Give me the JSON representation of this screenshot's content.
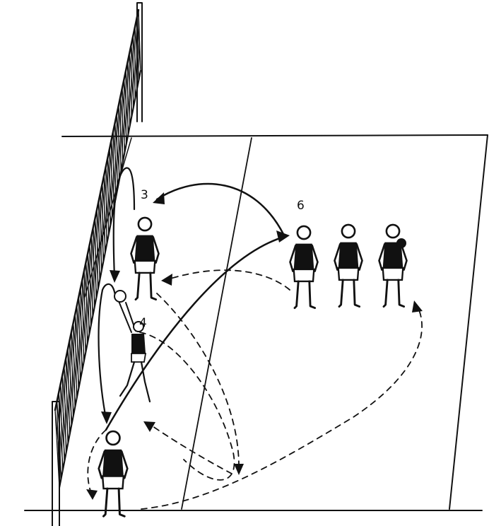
{
  "diagram": {
    "player_labels": [
      {
        "id": "p3",
        "text": "3"
      },
      {
        "id": "p6",
        "text": "6"
      },
      {
        "id": "p4",
        "text": "4"
      }
    ],
    "colors": {
      "ink": "#111111",
      "background": "#ffffff"
    }
  }
}
